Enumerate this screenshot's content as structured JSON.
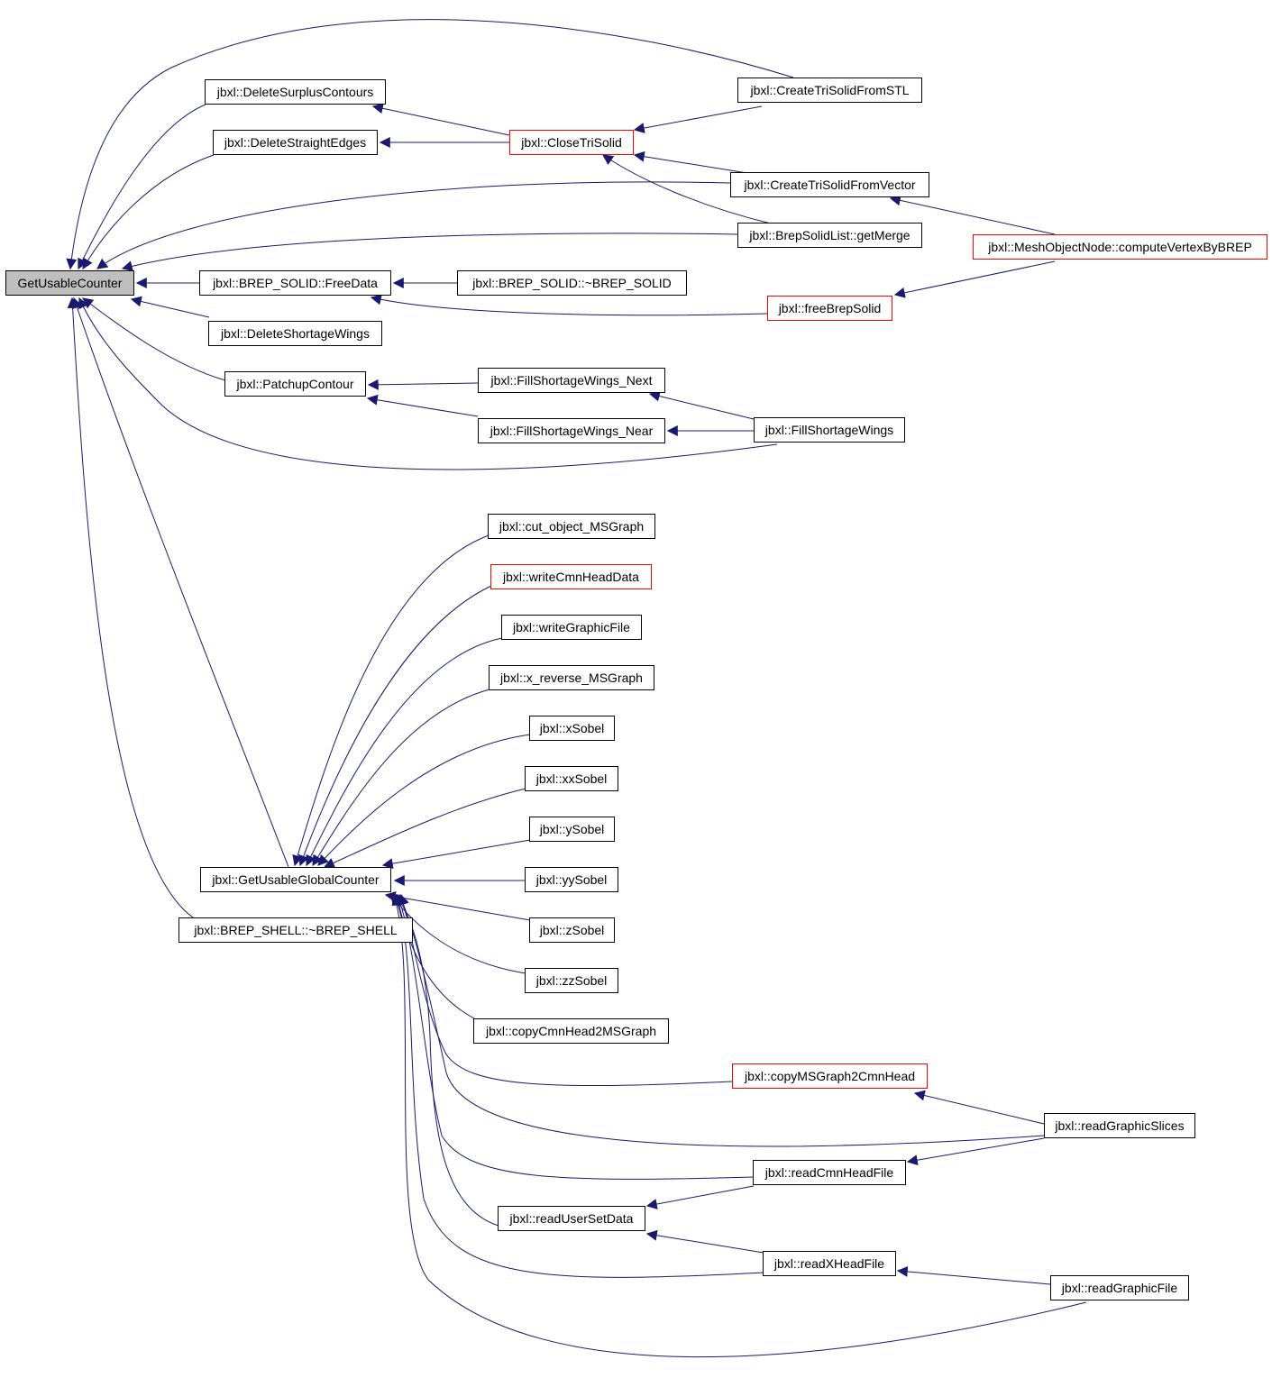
{
  "colors": {
    "edge": "#191970",
    "root_fill": "#bfbfbf",
    "node_border": "#000000",
    "truncated_border": "#ff0000"
  },
  "nodes": {
    "root": "GetUsableCounter",
    "deleteSurplus": "jbxl::DeleteSurplusContours",
    "deleteStraight": "jbxl::DeleteStraightEdges",
    "brepFree": "jbxl::BREP_SOLID::FreeData",
    "deleteShortage": "jbxl::DeleteShortageWings",
    "patchup": "jbxl::PatchupContour",
    "globalCounter": "jbxl::GetUsableGlobalCounter",
    "brepShell": "jbxl::BREP_SHELL::~BREP_SHELL",
    "closeTri": "jbxl::CloseTriSolid",
    "brepSolidDtor": "jbxl::BREP_SOLID::~BREP_SOLID",
    "fillNext": "jbxl::FillShortageWings_Next",
    "fillNear": "jbxl::FillShortageWings_Near",
    "createSTL": "jbxl::CreateTriSolidFromSTL",
    "createVector": "jbxl::CreateTriSolidFromVector",
    "getMerge": "jbxl::BrepSolidList::getMerge",
    "freeBrep": "jbxl::freeBrepSolid",
    "fillShortage": "jbxl::FillShortageWings",
    "meshCompute": "jbxl::MeshObjectNode::computeVertexByBREP",
    "cutObject": "jbxl::cut_object_MSGraph",
    "writeCmn": "jbxl::writeCmnHeadData",
    "writeGraphic": "jbxl::writeGraphicFile",
    "xReverse": "jbxl::x_reverse_MSGraph",
    "xSobel": "jbxl::xSobel",
    "xxSobel": "jbxl::xxSobel",
    "ySobel": "jbxl::ySobel",
    "yySobel": "jbxl::yySobel",
    "zSobel": "jbxl::zSobel",
    "zzSobel": "jbxl::zzSobel",
    "copyCmn": "jbxl::copyCmnHead2MSGraph",
    "copyMS": "jbxl::copyMSGraph2CmnHead",
    "readSlices": "jbxl::readGraphicSlices",
    "readCmn": "jbxl::readCmnHeadFile",
    "readUser": "jbxl::readUserSetData",
    "readXHead": "jbxl::readXHeadFile",
    "readGraphic": "jbxl::readGraphicFile"
  }
}
